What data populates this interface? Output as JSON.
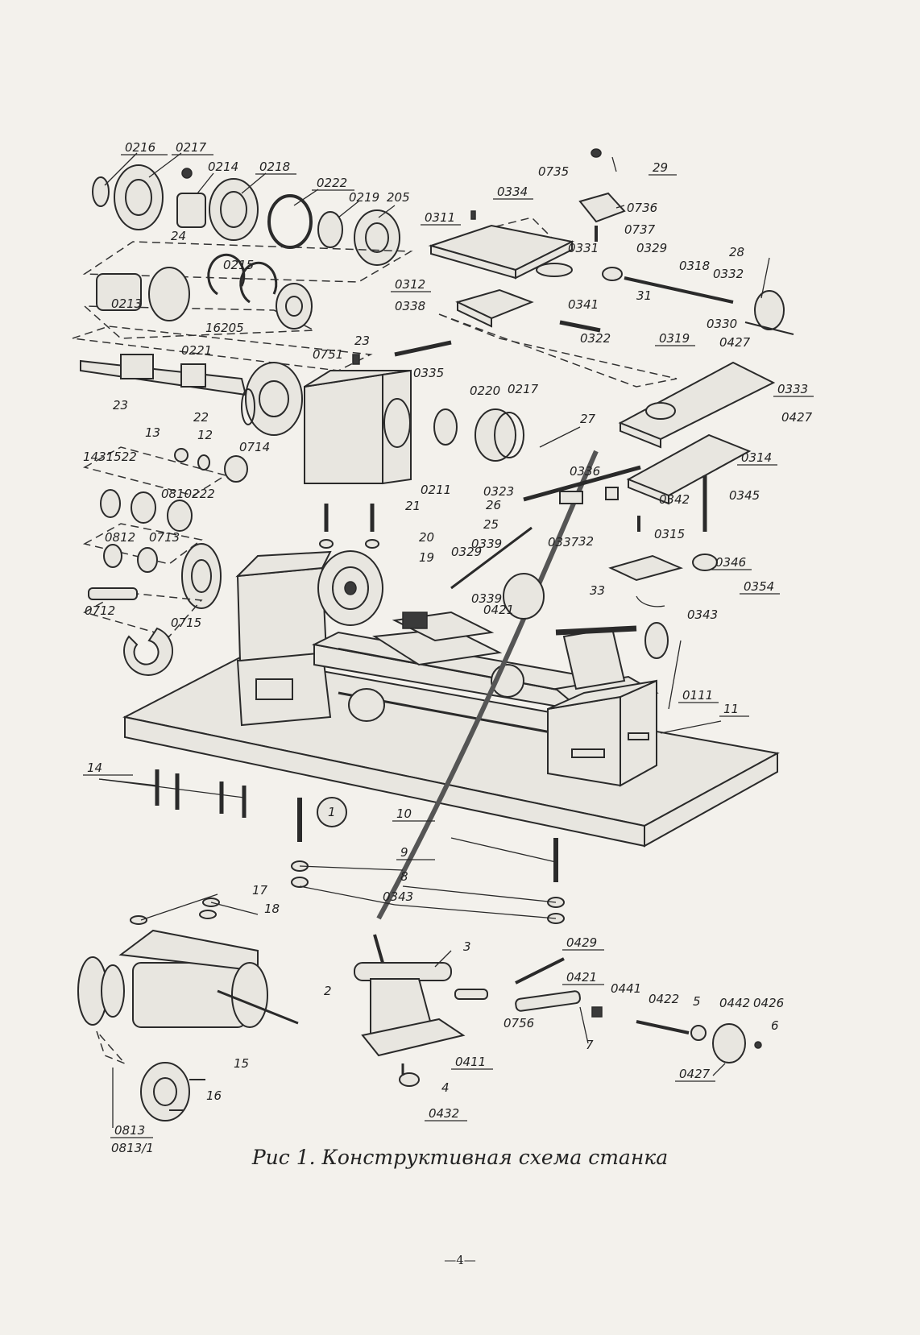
{
  "figure": {
    "caption": "Рис 1. Конструктивная схема станка",
    "page_number": "—4—"
  },
  "callouts": [
    "0216",
    "0217",
    "0214",
    "0218",
    "0222",
    "0219",
    "205",
    "24",
    "0213",
    "0215",
    "16205",
    "0221",
    "22",
    "23",
    "0751",
    "13",
    "12",
    "0714",
    "1431522",
    "0810222",
    "0812",
    "0713",
    "0712",
    "0715",
    "0735",
    "29",
    "0334",
    "0736",
    "0311",
    "0737",
    "0331",
    "0329",
    "0318",
    "0332",
    "28",
    "0312",
    "0341",
    "31",
    "0330",
    "0427",
    "0338",
    "0322",
    "0335",
    "0319",
    "0333",
    "0220",
    "0217",
    "27",
    "0211",
    "0314",
    "0323",
    "0336",
    "26",
    "25",
    "0345",
    "0342",
    "0339",
    "0329",
    "0337",
    "32",
    "0315",
    "0346",
    "0354",
    "0343",
    "33",
    "0339",
    "0421",
    "21",
    "20",
    "19",
    "0111",
    "11",
    "14",
    "1",
    "10",
    "9",
    "8",
    "17",
    "18",
    "0343",
    "3",
    "0429",
    "2",
    "0421",
    "0441",
    "0422",
    "5",
    "0442",
    "0426",
    "6",
    "0756",
    "7",
    "0411",
    "4",
    "0427",
    "0432",
    "15",
    "16",
    "0813",
    "0813/1"
  ]
}
